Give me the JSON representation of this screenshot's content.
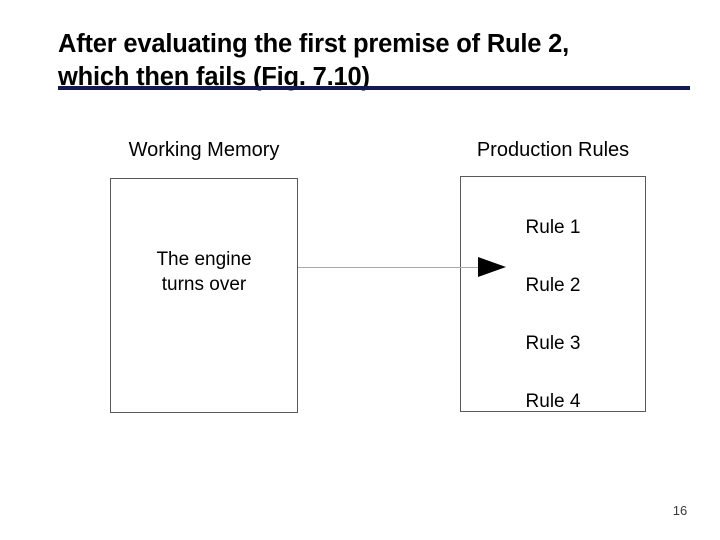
{
  "slide": {
    "title": "After evaluating the first premise of Rule 2,\nwhich then fails (Fig. 7.10)",
    "page_number": "16",
    "accent_color": "#131a52",
    "box_border_color": "#595959",
    "connector_color": "#aaaaaa",
    "marker_color": "#000000",
    "background_color": "#ffffff"
  },
  "working_memory": {
    "heading": "Working Memory",
    "facts": [
      "The engine\nturns over"
    ]
  },
  "production_rules": {
    "heading": "Production Rules",
    "rules": [
      {
        "label": "Rule 1",
        "active": false
      },
      {
        "label": "Rule 2",
        "active": true
      },
      {
        "label": "Rule 3",
        "active": false
      },
      {
        "label": "Rule 4",
        "active": false
      }
    ],
    "active_rule": "Rule 2"
  },
  "connector": {
    "from": "Working Memory",
    "to": "Rule 2",
    "marker": "triangle-right-marker"
  }
}
